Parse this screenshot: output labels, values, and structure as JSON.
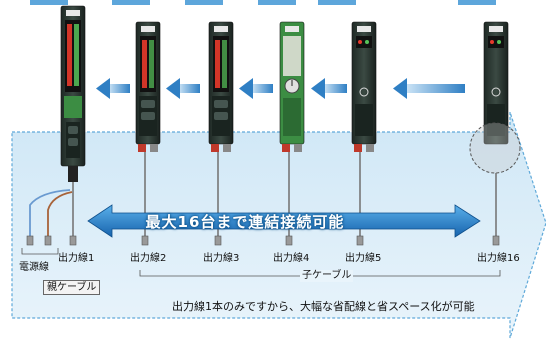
{
  "diagram": {
    "banner_text": "最大16台まで連結接続可能",
    "power_label": "電源線",
    "output_labels": [
      "出力線1",
      "出力線2",
      "出力線3",
      "出力線4",
      "出力線5",
      "出力線16"
    ],
    "parent_cable_label": "親ケーブル",
    "child_cable_label": "子ケーブル",
    "footer_text": "出力線1本のみですから、大幅な省配線と省スペース化が可能",
    "colors": {
      "panel": "#d9edf8",
      "panel_border": "#5fa9d9",
      "flow_arrow": "#2f7fc4",
      "banner_arrow": "#1f6fb8",
      "amplifier_body": "#2e3b35",
      "amplifier_accent_green": "#3c8d43",
      "display_red": "#e83a2b"
    }
  }
}
